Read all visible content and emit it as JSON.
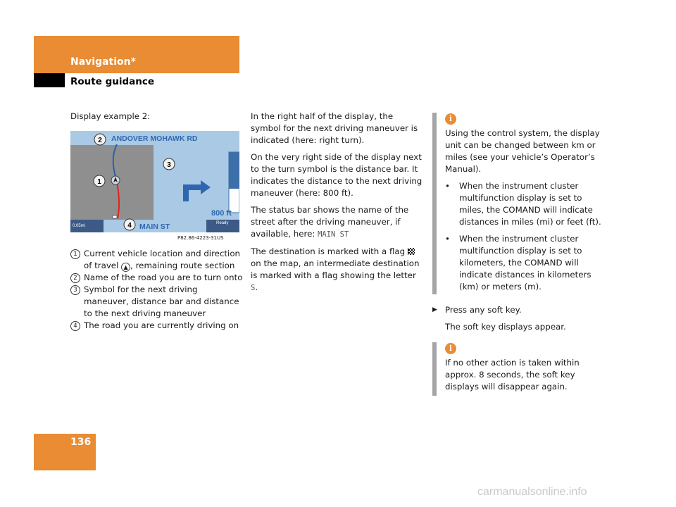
{
  "header": {
    "section": "Navigation*",
    "subsection": "Route guidance"
  },
  "col1": {
    "intro": "Display example 2:",
    "figure": {
      "road_turn": "ANDOVER MOHAWK RD",
      "road_current": "MAIN ST",
      "distance": "800 ft",
      "scale": "0.05mi",
      "status": "Ready",
      "caption": "P82.86-4223-31US",
      "callouts": [
        "1",
        "2",
        "3",
        "4"
      ]
    },
    "legend": [
      {
        "num": "1",
        "pre": "Current vehicle location and direction of travel ",
        "post": ", remaining route section"
      },
      {
        "num": "2",
        "text": "Name of the road you are to turn onto"
      },
      {
        "num": "3",
        "text": "Symbol for the next driving maneuver, distance bar and distance to the next driving maneuver"
      },
      {
        "num": "4",
        "text": "The road you are currently driving on"
      }
    ]
  },
  "col2": {
    "p1": "In the right half of the display, the symbol for the next driving maneuver is indicated (here: right turn).",
    "p2": "On the very right side of the display next to the turn symbol is the distance bar. It indicates the distance to the next driving maneuver (here: 800 ft).",
    "p3_pre": "The status bar shows the name of the street after the driving maneuver, if available, here: ",
    "p3_code": "MAIN ST",
    "p4_pre": "The destination is marked with a flag ",
    "p4_mid": "on the map, an intermediate destination is marked with a flag showing the letter ",
    "p4_code": "S",
    "p4_end": "."
  },
  "note1": {
    "icon": "i",
    "text": "Using the control system, the display unit can be changed between km or miles (see your vehicle’s Operator’s Manual).",
    "bullets": [
      "When the instrument cluster multifunction display is set to miles, the COMAND will indicate distances in miles (mi) or feet (ft).",
      "When the instrument cluster multifunction display is set to kilometers, the COMAND will indicate distances in kilometers (km) or meters (m)."
    ]
  },
  "step": {
    "action": "Press any soft key.",
    "result": "The soft key displays appear."
  },
  "note2": {
    "icon": "i",
    "text": "If no other action is taken within approx. 8 seconds, the soft key displays will disappear again."
  },
  "page_number": "136",
  "watermark": "carmanualsonline.info",
  "colors": {
    "accent": "#e98c33",
    "note_bar": "#a5a5a5",
    "display_blue": "#a9c9e4"
  }
}
